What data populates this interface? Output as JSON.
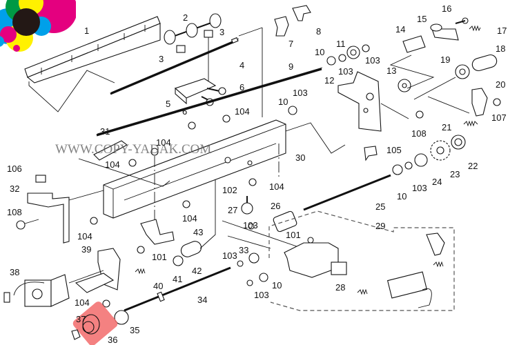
{
  "diagram": {
    "title": "Exploded parts diagram",
    "watermark": "WWW.COPY-YADAK.COM",
    "highlight_color": "#f26b6b",
    "logo_colors": [
      "#e4007f",
      "#00a0e9",
      "#fff100",
      "#231815"
    ],
    "callouts": [
      {
        "id": "c1",
        "text": "1"
      },
      {
        "id": "c2",
        "text": "2"
      },
      {
        "id": "c3a",
        "text": "3"
      },
      {
        "id": "c3b",
        "text": "3"
      },
      {
        "id": "c4",
        "text": "4"
      },
      {
        "id": "c5",
        "text": "5"
      },
      {
        "id": "c6a",
        "text": "6"
      },
      {
        "id": "c6b",
        "text": "6"
      },
      {
        "id": "c7",
        "text": "7"
      },
      {
        "id": "c8",
        "text": "8"
      },
      {
        "id": "c9",
        "text": "9"
      },
      {
        "id": "c10a",
        "text": "10"
      },
      {
        "id": "c10b",
        "text": "10"
      },
      {
        "id": "c10c",
        "text": "10"
      },
      {
        "id": "c10d",
        "text": "10"
      },
      {
        "id": "c11",
        "text": "11"
      },
      {
        "id": "c12",
        "text": "12"
      },
      {
        "id": "c13",
        "text": "13"
      },
      {
        "id": "c14",
        "text": "14"
      },
      {
        "id": "c15",
        "text": "15"
      },
      {
        "id": "c16",
        "text": "16"
      },
      {
        "id": "c17",
        "text": "17"
      },
      {
        "id": "c18",
        "text": "18"
      },
      {
        "id": "c19",
        "text": "19"
      },
      {
        "id": "c20",
        "text": "20"
      },
      {
        "id": "c21",
        "text": "21"
      },
      {
        "id": "c22",
        "text": "22"
      },
      {
        "id": "c23",
        "text": "23"
      },
      {
        "id": "c24",
        "text": "24"
      },
      {
        "id": "c25",
        "text": "25"
      },
      {
        "id": "c26",
        "text": "26"
      },
      {
        "id": "c27",
        "text": "27"
      },
      {
        "id": "c28",
        "text": "28"
      },
      {
        "id": "c29",
        "text": "29"
      },
      {
        "id": "c30",
        "text": "30"
      },
      {
        "id": "c31",
        "text": "31"
      },
      {
        "id": "c32",
        "text": "32"
      },
      {
        "id": "c33",
        "text": "33"
      },
      {
        "id": "c34",
        "text": "34"
      },
      {
        "id": "c35",
        "text": "35"
      },
      {
        "id": "c36",
        "text": "36"
      },
      {
        "id": "c37",
        "text": "37"
      },
      {
        "id": "c38",
        "text": "38"
      },
      {
        "id": "c39",
        "text": "39"
      },
      {
        "id": "c40",
        "text": "40"
      },
      {
        "id": "c41",
        "text": "41"
      },
      {
        "id": "c42",
        "text": "42"
      },
      {
        "id": "c43",
        "text": "43"
      },
      {
        "id": "c101a",
        "text": "101"
      },
      {
        "id": "c101b",
        "text": "101"
      },
      {
        "id": "c102",
        "text": "102"
      },
      {
        "id": "c103a",
        "text": "103"
      },
      {
        "id": "c103b",
        "text": "103"
      },
      {
        "id": "c103c",
        "text": "103"
      },
      {
        "id": "c103d",
        "text": "103"
      },
      {
        "id": "c103e",
        "text": "103"
      },
      {
        "id": "c103f",
        "text": "103"
      },
      {
        "id": "c103g",
        "text": "103"
      },
      {
        "id": "c104a",
        "text": "104"
      },
      {
        "id": "c104b",
        "text": "104"
      },
      {
        "id": "c104c",
        "text": "104"
      },
      {
        "id": "c104d",
        "text": "104"
      },
      {
        "id": "c104e",
        "text": "104"
      },
      {
        "id": "c104f",
        "text": "104"
      },
      {
        "id": "c104g",
        "text": "104"
      },
      {
        "id": "c104h",
        "text": "104"
      },
      {
        "id": "c105",
        "text": "105"
      },
      {
        "id": "c106",
        "text": "106"
      },
      {
        "id": "c107",
        "text": "107"
      },
      {
        "id": "c108a",
        "text": "108"
      },
      {
        "id": "c108b",
        "text": "108"
      }
    ]
  }
}
